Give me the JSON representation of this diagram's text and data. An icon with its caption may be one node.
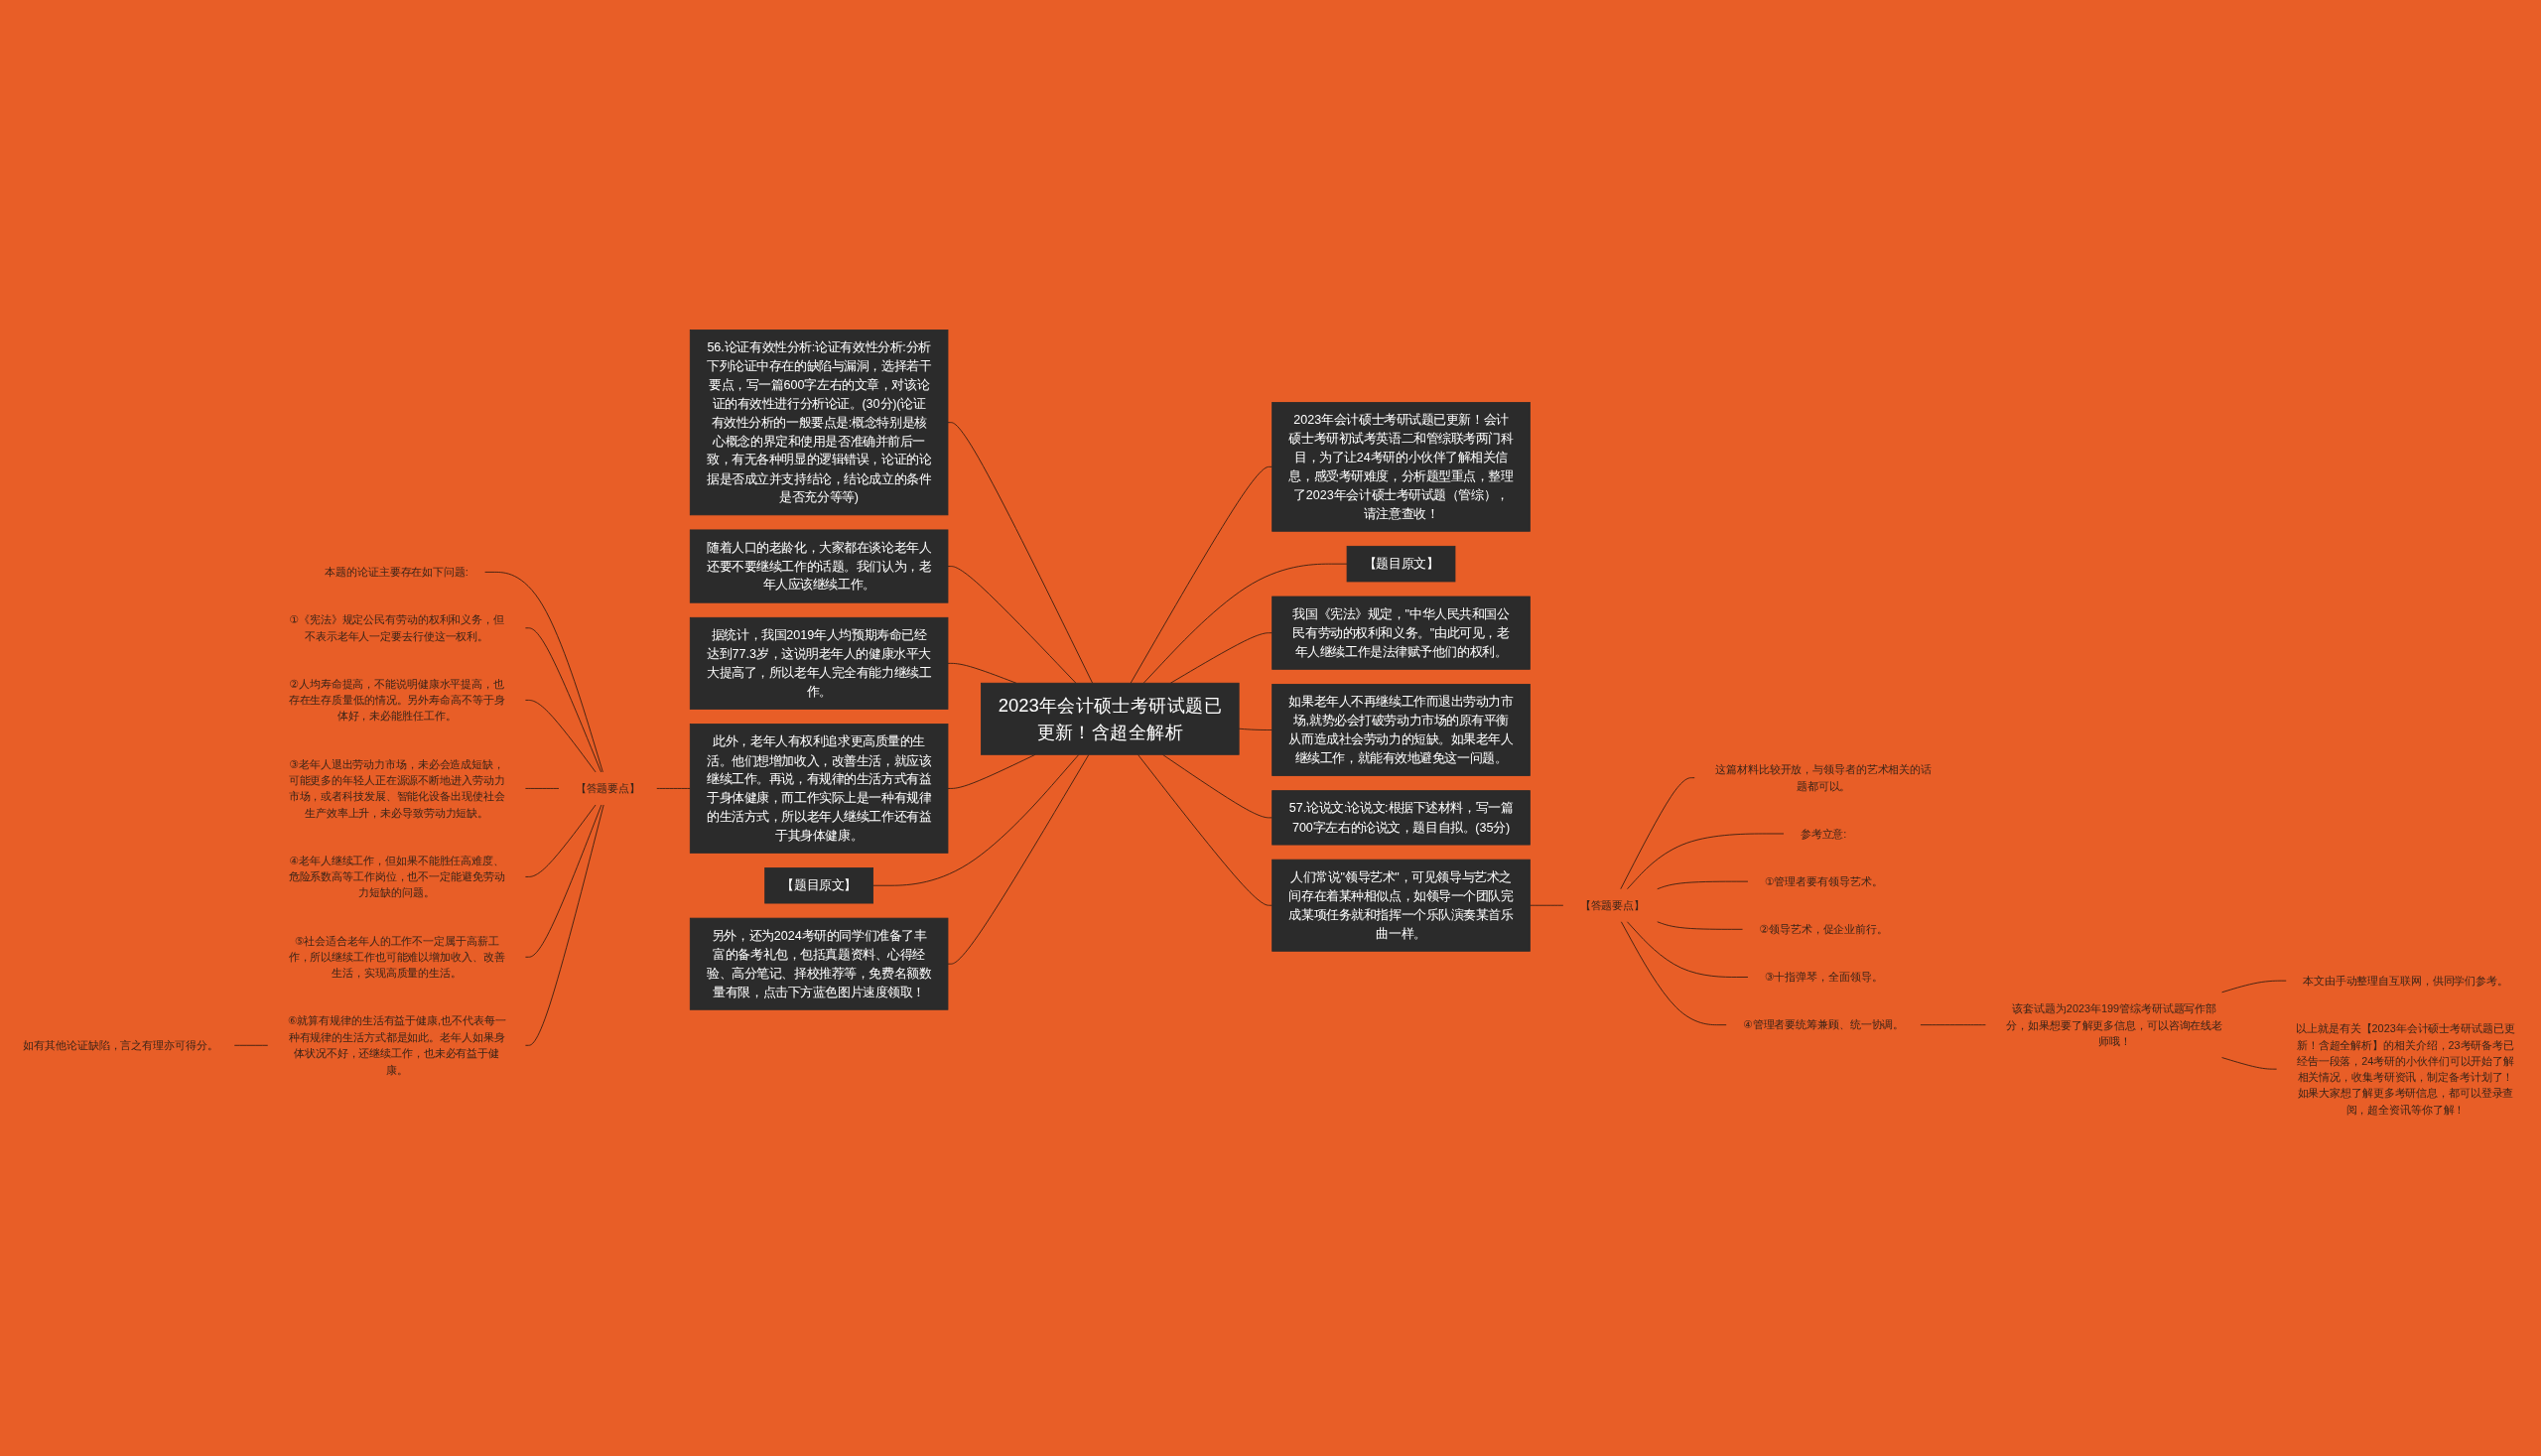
{
  "diagram": {
    "nodes": [
      {
        "text": [
          "2023年会计硕士考研试题已更新！含超全解析"
        ]
      },
      {
        "text": [
          "56.论证有效性分析:论证有效性分析:分析下列论证中存在的缺陷与漏洞，选择若干要点，写一篇600字左右的文章，对该论证的有效性进行分析论证。(30分)(论证有效性分析的一般要点是:概念特别是核心概念的界定和使用是否准确并前后一致，有无各种明显的逻辑错误，论证的论据是否成立并支持结论，结论成立的条件是否充分等等)"
        ]
      },
      {
        "text": [
          "随着人口的老龄化，大家都在谈论老年人还要不要继续工作的话题。我们认为，老年人应该继续工作。"
        ]
      },
      {
        "text": [
          "据统计，我国2019年人均预期寿命已经达到77.3岁，这说明老年人的健康水平大大提高了，所以老年人完全有能力继续工作。"
        ]
      },
      {
        "text": [
          "此外，老年人有权利追求更高质量的生活。他们想增加收入，改善生活，就应该继续工作。再说，有规律的生活方式有益于身体健康，而工作实际上是一种有规律的生活方式，所以老年人继续工作还有益于其身体健康。"
        ]
      },
      {
        "text": [
          "【答题要点】"
        ]
      },
      {
        "text": [
          "本题的论证主要存在如下问题:"
        ]
      },
      {
        "text": [
          "①《宪法》规定公民有劳动的权利和义务，但不表示老年人一定要去行使这一权利。"
        ]
      },
      {
        "text": [
          "②人均寿命提高，不能说明健康水平提高，也存在生存质量低的情况。另外寿命高不等于身体好，未必能胜任工作。"
        ]
      },
      {
        "text": [
          "③老年人退出劳动力市场，未必会造成短缺，可能更多的年轻人正在源源不断地进入劳动力市场，或者科技发展、智能化设备出现使社会生产效率上升，未必导致劳动力短缺。"
        ]
      },
      {
        "text": [
          "④老年人继续工作，但如果不能胜任高难度、危险系数高等工作岗位，也不一定能避免劳动力短缺的问题。"
        ]
      },
      {
        "text": [
          "⑤社会适合老年人的工作不一定属于高薪工作，所以继续工作也可能难以增加收入、改善生活，实现高质量的生活。"
        ]
      },
      {
        "text": [
          "⑥就算有规律的生活有益于健康,也不代表每一种有规律的生活方式都是如此。老年人如果身体状况不好，还继续工作，也未必有益于健康。"
        ]
      },
      {
        "text": [
          "如有其他论证缺陷，言之有理亦可得分。"
        ]
      },
      {
        "text": [
          "【题目原文】"
        ]
      },
      {
        "text": [
          "另外，还为2024考研的同学们准备了丰富的备考礼包，包括真题资料、心得经验、高分笔记、择校推荐等，免费名额数量有限，点击下方蓝色图片速度领取！"
        ]
      },
      {
        "text": [
          "2023年会计硕士考研试题已更新！会计硕士考研初试考英语二和管综联考两门科目，为了让24考研的小伙伴了解相关信息，感受考研难度，分析题型重点，整理了2023年会计硕士考研试题（管综），请注意查收！"
        ]
      },
      {
        "text": [
          "【题目原文】"
        ]
      },
      {
        "text": [
          "我国《宪法》规定，\"中华人民共和国公民有劳动的权利和义务。\"由此可见，老年人继续工作是法律赋予他们的权利。"
        ]
      },
      {
        "text": [
          "如果老年人不再继续工作而退出劳动力市场,就势必会打破劳动力市场的原有平衡从而造成社会劳动力的短缺。如果老年人继续工作，就能有效地避免这一问题。"
        ]
      },
      {
        "text": [
          "57.论说文:论说文:根据下述材料，写一篇700字左右的论说文，题目自拟。(35分)"
        ]
      },
      {
        "text": [
          "人们常说\"领导艺术\"，可见领导与艺术之间存在着某种相似点，如领导一个团队完成某项任务就和指挥一个乐队演奏某首乐曲一样。"
        ]
      },
      {
        "text": [
          "【答题要点】"
        ]
      },
      {
        "text": [
          "这篇材料比较开放，与领导者的艺术相关的话题都可以。"
        ]
      },
      {
        "text": [
          "参考立意:"
        ]
      },
      {
        "text": [
          "①管理者要有领导艺术。"
        ]
      },
      {
        "text": [
          "②领导艺术，促企业前行。"
        ]
      },
      {
        "text": [
          "③十指弹琴，全面领导。"
        ]
      },
      {
        "text": [
          "④管理者要统筹兼顾、统一协调。"
        ]
      },
      {
        "text": [
          "该套试题为2023年199管综考研试题写作部分，如果想要了解更多信息，可以咨询在线老师哦！"
        ]
      },
      {
        "text": [
          "本文由手动整理自互联网，供同学们参考。"
        ]
      },
      {
        "text": [
          "以上就是有关【2023年会计硕士考研试题已更新！含超全解析】的相关介绍，23考研备考已经告一段落，24考研的小伙伴们可以开始了解相关情况，收集考研资讯，制定备考计划了！如果大家想了解更多考研信息，都可以登录查阅，超全资讯等你了解！"
        ]
      }
    ],
    "edges": [
      {
        "from": 1,
        "to": 0,
        "arrow": "none"
      },
      {
        "from": 2,
        "to": 0,
        "arrow": "none"
      },
      {
        "from": 3,
        "to": 0,
        "arrow": "none"
      },
      {
        "from": 4,
        "to": 0,
        "arrow": "none"
      },
      {
        "from": 5,
        "to": 4,
        "arrow": "none"
      },
      {
        "from": 6,
        "to": 5,
        "arrow": "none"
      },
      {
        "from": 7,
        "to": 5,
        "arrow": "none"
      },
      {
        "from": 8,
        "to": 5,
        "arrow": "none"
      },
      {
        "from": 9,
        "to": 5,
        "arrow": "none"
      },
      {
        "from": 10,
        "to": 5,
        "arrow": "none"
      },
      {
        "from": 11,
        "to": 5,
        "arrow": "none"
      },
      {
        "from": 12,
        "to": 5,
        "arrow": "none"
      },
      {
        "from": 13,
        "to": 12,
        "arrow": "none"
      },
      {
        "from": 14,
        "to": 0,
        "arrow": "none"
      },
      {
        "from": 15,
        "to": 0,
        "arrow": "none"
      },
      {
        "from": 0,
        "to": 16,
        "arrow": "none"
      },
      {
        "from": 0,
        "to": 17,
        "arrow": "none"
      },
      {
        "from": 0,
        "to": 18,
        "arrow": "none"
      },
      {
        "from": 0,
        "to": 19,
        "arrow": "none"
      },
      {
        "from": 0,
        "to": 20,
        "arrow": "none"
      },
      {
        "from": 0,
        "to": 21,
        "arrow": "none"
      },
      {
        "from": 21,
        "to": 22,
        "arrow": "none"
      },
      {
        "from": 22,
        "to": 23,
        "arrow": "none"
      },
      {
        "from": 22,
        "to": 24,
        "arrow": "none"
      },
      {
        "from": 22,
        "to": 25,
        "arrow": "none"
      },
      {
        "from": 22,
        "to": 26,
        "arrow": "none"
      },
      {
        "from": 22,
        "to": 27,
        "arrow": "none"
      },
      {
        "from": 22,
        "to": 28,
        "arrow": "none"
      },
      {
        "from": 28,
        "to": 29,
        "arrow": "none"
      },
      {
        "from": 29,
        "to": 30,
        "arrow": "none"
      },
      {
        "from": 29,
        "to": 31,
        "arrow": "none"
      }
    ]
  }
}
